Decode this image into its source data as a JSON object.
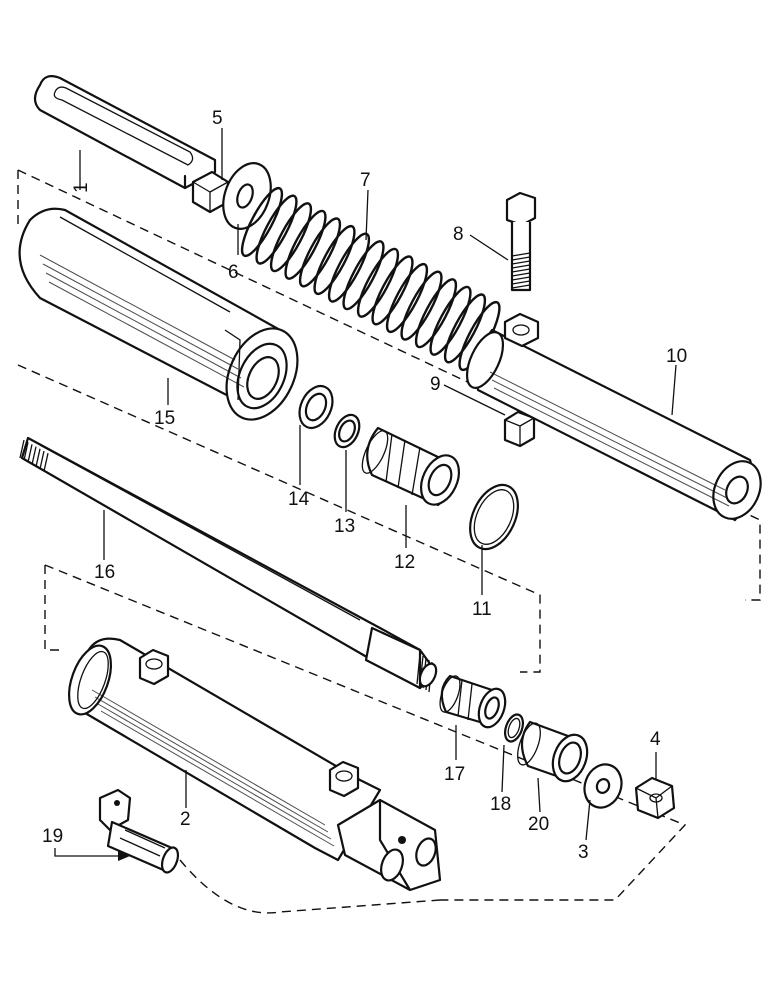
{
  "diagram": {
    "labels": {
      "p1": "1",
      "p2": "2",
      "p3": "3",
      "p4": "4",
      "p5": "5",
      "p6": "6",
      "p7": "7",
      "p8": "8",
      "p9": "9",
      "p10": "10",
      "p11": "11",
      "p12": "12",
      "p13": "13",
      "p14": "14",
      "p15": "15",
      "p16": "16",
      "p17": "17",
      "p18": "18",
      "p19": "19",
      "p20": "20"
    }
  }
}
